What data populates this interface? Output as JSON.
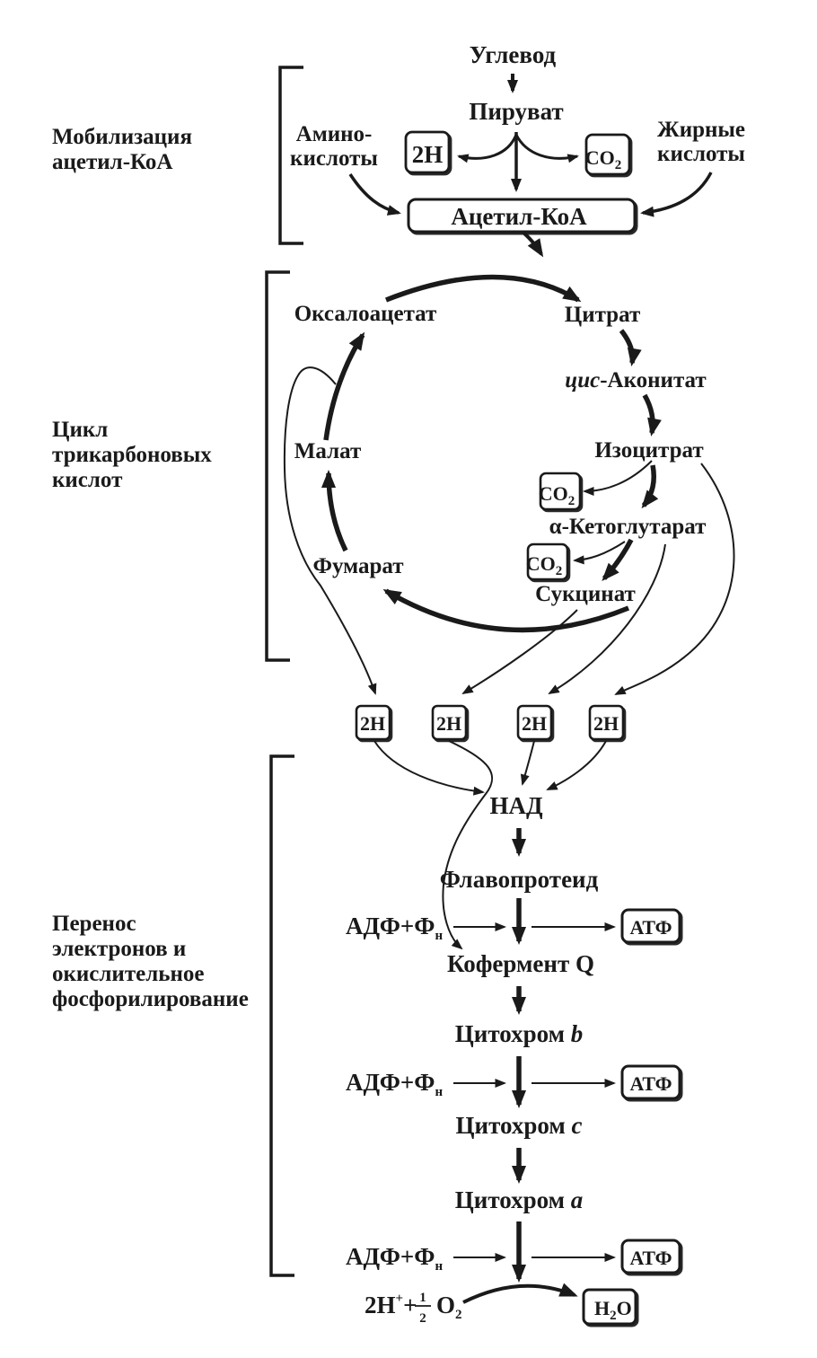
{
  "sections": {
    "mobilization": {
      "label_lines": [
        "Мобилизация",
        "ацетил-КоА"
      ]
    },
    "tca": {
      "label_lines": [
        "Цикл",
        "трикарбоновых",
        "кислот"
      ]
    },
    "etc": {
      "label_lines": [
        "Перенос",
        "электронов и",
        "окислительное",
        "фосфорилирование"
      ]
    }
  },
  "top": {
    "carbohydrate": "Углевод",
    "pyruvate": "Пируват",
    "amino_lines": [
      "Амино-",
      "кислоты"
    ],
    "fatty_lines": [
      "Жирные",
      "кислоты"
    ],
    "h2": "2H",
    "co2_base": "CO",
    "co2_sub": "2",
    "acetyl_coa": "Ацетил-КоА"
  },
  "cycle": {
    "oxaloacetate": "Оксалоацетат",
    "citrate": "Цитрат",
    "cis_prefix": "цис",
    "cis_rest": "-Аконитат",
    "isocitrate": "Изоцитрат",
    "alpha_ketoglutarate": "α-Кетоглутарат",
    "succinate": "Сукцинат",
    "fumarate": "Фумарат",
    "malate": "Малат",
    "co2_base": "CO",
    "co2_sub": "2",
    "h2": "2H"
  },
  "chain": {
    "nad": "НАД",
    "flavoprotein": "Флавопротеид",
    "adp_base": "АДФ+Ф",
    "adp_sub": "н",
    "atp": "АТФ",
    "coenzyme_q": "Кофермент Q",
    "cytochrome": "Цитохром ",
    "cyt_b": "b",
    "cyt_c": "c",
    "cyt_a": "a",
    "oxygen": {
      "h": "2H",
      "sup": "+",
      "plus": "+",
      "num": "1",
      "den": "2",
      "o": "O",
      "o_sub": "2"
    },
    "water": {
      "h": "H",
      "sub": "2",
      "o": "O"
    }
  },
  "colors": {
    "ink": "#1a1a1a",
    "paper": "#ffffff"
  }
}
